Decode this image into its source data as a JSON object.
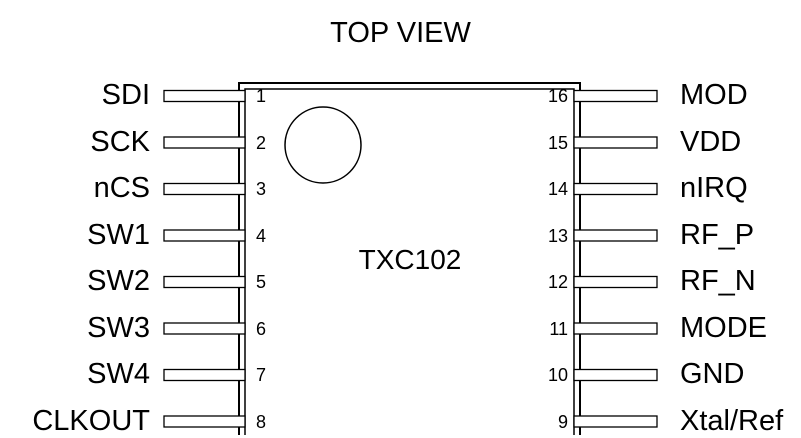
{
  "title": "TOP VIEW",
  "chip_name": "TXC102",
  "left_pins": [
    {
      "number": "1",
      "signal": "SDI"
    },
    {
      "number": "2",
      "signal": "SCK"
    },
    {
      "number": "3",
      "signal": "nCS"
    },
    {
      "number": "4",
      "signal": "SW1"
    },
    {
      "number": "5",
      "signal": "SW2"
    },
    {
      "number": "6",
      "signal": "SW3"
    },
    {
      "number": "7",
      "signal": "SW4"
    },
    {
      "number": "8",
      "signal": "CLKOUT"
    }
  ],
  "right_pins": [
    {
      "number": "16",
      "signal": "MOD"
    },
    {
      "number": "15",
      "signal": "VDD"
    },
    {
      "number": "14",
      "signal": "nIRQ"
    },
    {
      "number": "13",
      "signal": "RF_P"
    },
    {
      "number": "12",
      "signal": "RF_N"
    },
    {
      "number": "11",
      "signal": "MODE"
    },
    {
      "number": "10",
      "signal": "GND"
    },
    {
      "number": "9",
      "signal": "Xtal/Ref"
    }
  ]
}
